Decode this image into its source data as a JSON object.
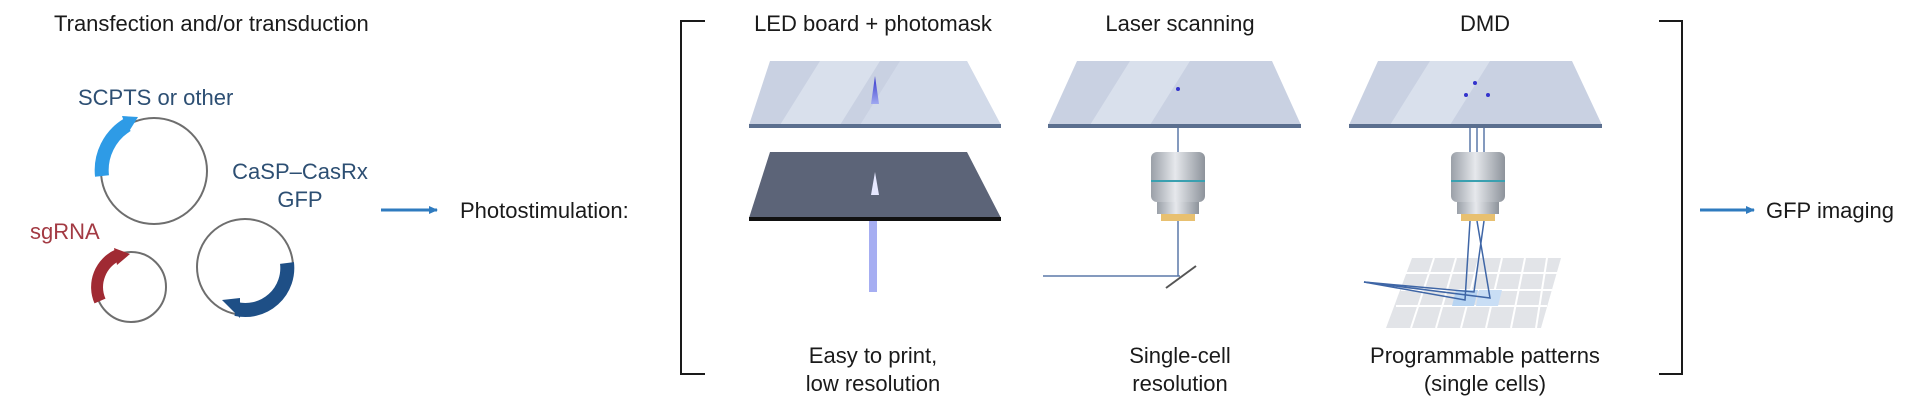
{
  "title": "Transfection and/or transduction",
  "plasmids": {
    "scpts": "SCPTS or other",
    "casrx_line1": "CaSP–CasRx",
    "casrx_line2": "GFP",
    "sgrna": "sgRNA"
  },
  "photostimulation_label": "Photostimulation:",
  "methods": [
    {
      "title": "LED board + photomask",
      "caption_line1": "Easy to print,",
      "caption_line2": "low resolution"
    },
    {
      "title": "Laser scanning",
      "caption_line1": "Single-cell",
      "caption_line2": "resolution"
    },
    {
      "title": "DMD",
      "caption_line1": "Programmable patterns",
      "caption_line2": "(single cells)"
    }
  ],
  "output_label": "GFP imaging",
  "colors": {
    "scpts_arc": "#2e9be6",
    "casrx_arc": "#1e4f86",
    "sgrna_arc": "#a02a33",
    "arrow": "#2f7bbf",
    "plate": "#c9d1e2",
    "plate_edge": "#5b6f8f",
    "mask": "#5c6478",
    "light_beam": "#9fa8f0"
  }
}
